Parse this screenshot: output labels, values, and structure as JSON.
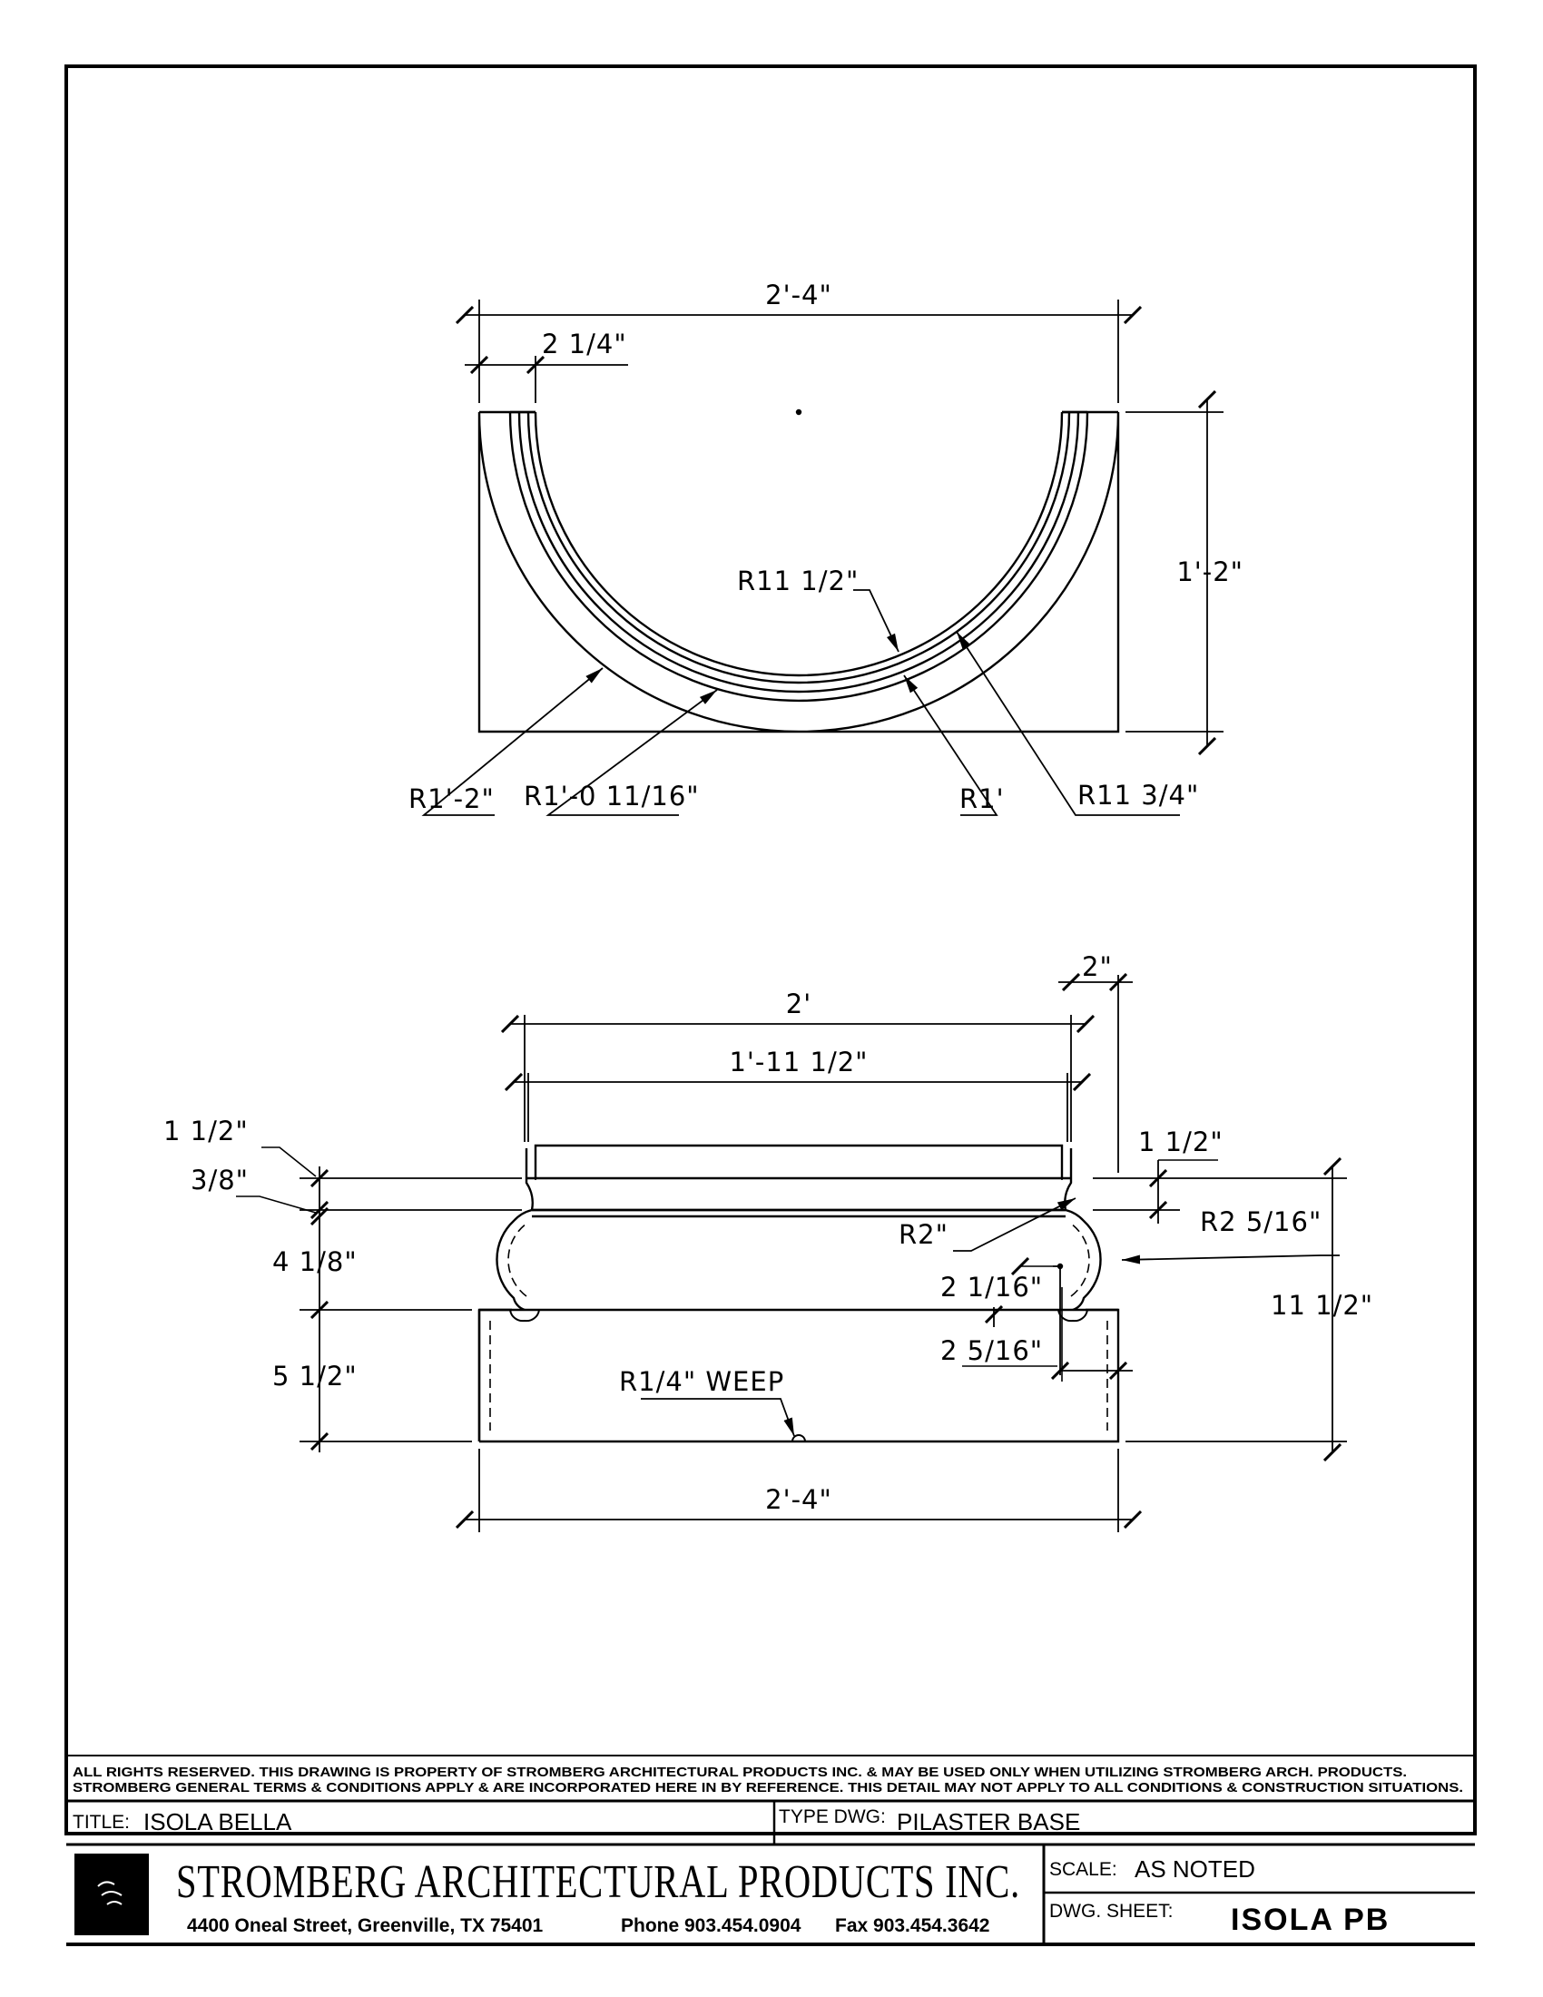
{
  "plan_view": {
    "dim_overall_width": "2'-4\"",
    "dim_lip": "2 1/4\"",
    "dim_height": "1'-2\"",
    "radius_11_half": "R11 1/2\"",
    "radius_1_2": "R1'-2\"",
    "radius_1_0_11_16": "R1'-0 11/16\"",
    "radius_1": "R1'",
    "radius_11_3_4": "R11 3/4\""
  },
  "elevation_view": {
    "dim_2_in": "2\"",
    "dim_2_ft": "2'",
    "dim_1_11_half": "1'-11 1/2\"",
    "dim_left_1_half": "1 1/2\"",
    "dim_left_3_8": "3/8\"",
    "dim_left_4_1_8": "4 1/8\"",
    "dim_left_5_half": "5 1/2\"",
    "dim_right_1_half": "1 1/2\"",
    "radius_2": "R2\"",
    "radius_2_5_16": "R2 5/16\"",
    "dim_2_1_16": "2 1/16\"",
    "dim_2_5_16": "2 5/16\"",
    "dim_overall_height": "11 1/2\"",
    "weep_label": "R1/4\" WEEP",
    "dim_bottom_width": "2'-4\""
  },
  "title_block": {
    "rights_line_1": "ALL RIGHTS RESERVED. THIS DRAWING IS PROPERTY OF STROMBERG ARCHITECTURAL PRODUCTS INC. & MAY BE USED ONLY WHEN UTILIZING STROMBERG ARCH. PRODUCTS.",
    "rights_line_2": "STROMBERG GENERAL TERMS & CONDITIONS APPLY & ARE INCORPORATED HERE IN BY REFERENCE. THIS DETAIL MAY NOT APPLY TO ALL CONDITIONS & CONSTRUCTION SITUATIONS.",
    "title_label": "TITLE:",
    "title_value": "ISOLA BELLA",
    "type_label": "TYPE DWG:",
    "type_value": "PILASTER BASE",
    "company_name": "STROMBERG ARCHITECTURAL PRODUCTS INC.",
    "address": "4400 Oneal Street, Greenville, TX  75401",
    "phone": "Phone 903.454.0904",
    "fax": "Fax 903.454.3642",
    "scale_label": "SCALE:",
    "scale_value": "AS NOTED",
    "sheet_label": "DWG. SHEET:",
    "sheet_value": "ISOLA PB"
  }
}
